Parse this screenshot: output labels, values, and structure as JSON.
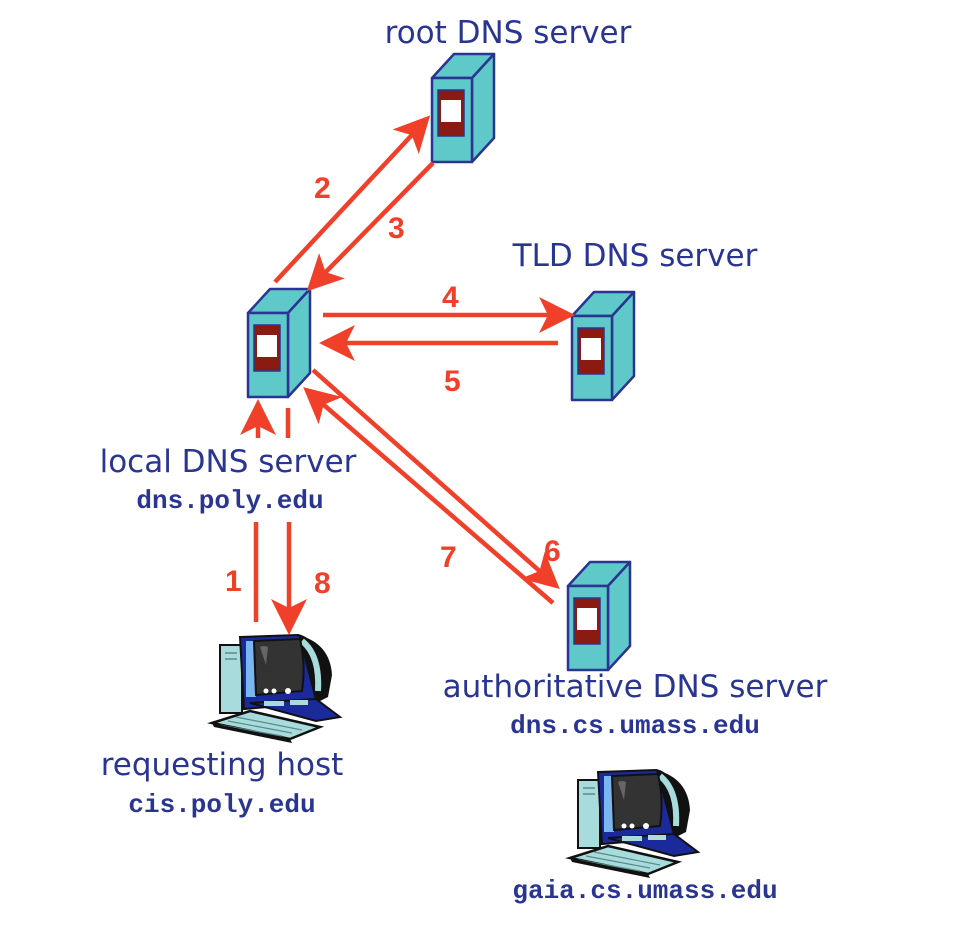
{
  "diagram": {
    "title": "Iterative DNS query resolution",
    "nodes": {
      "root": {
        "title": "root DNS server"
      },
      "tld": {
        "title": "TLD DNS server"
      },
      "local": {
        "title": "local DNS server",
        "host": "dns.poly.edu"
      },
      "authoritative": {
        "title": "authoritative DNS server",
        "host": "dns.cs.umass.edu"
      },
      "requesting": {
        "title": "requesting host",
        "host": "cis.poly.edu"
      },
      "target": {
        "host": "gaia.cs.umass.edu"
      }
    },
    "steps": [
      {
        "num": "1",
        "from": "requesting host",
        "to": "local DNS server"
      },
      {
        "num": "2",
        "from": "local DNS server",
        "to": "root DNS server"
      },
      {
        "num": "3",
        "from": "root DNS server",
        "to": "local DNS server"
      },
      {
        "num": "4",
        "from": "local DNS server",
        "to": "TLD DNS server"
      },
      {
        "num": "5",
        "from": "TLD DNS server",
        "to": "local DNS server"
      },
      {
        "num": "6",
        "from": "local DNS server",
        "to": "authoritative DNS server"
      },
      {
        "num": "7",
        "from": "authoritative DNS server",
        "to": "local DNS server"
      },
      {
        "num": "8",
        "from": "local DNS server",
        "to": "requesting host"
      }
    ],
    "colors": {
      "arrow": "#f0402a",
      "label": "#2a3592",
      "server_face": "#5fc8c8",
      "server_panel": "#8b1a10"
    }
  }
}
